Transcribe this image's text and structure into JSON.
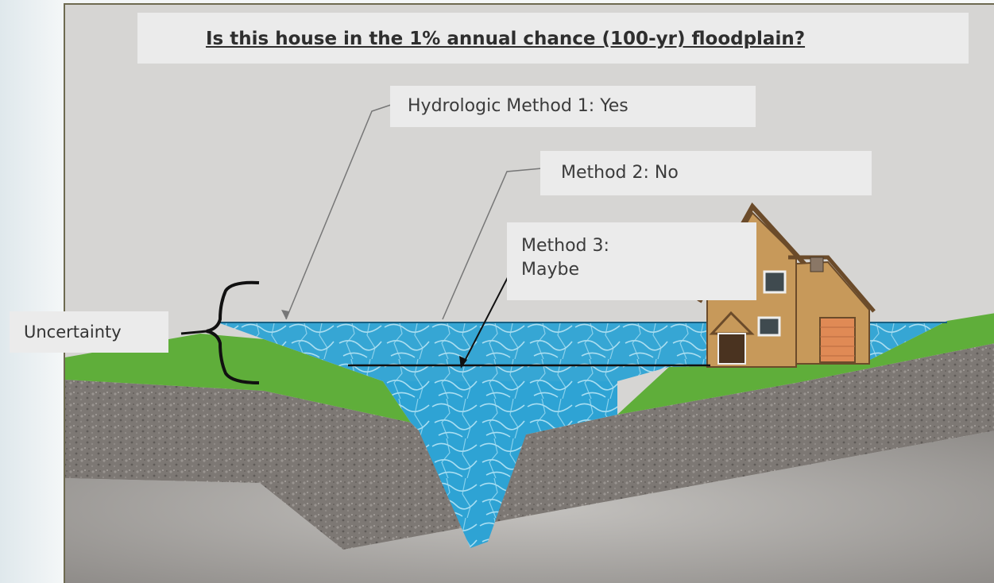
{
  "title": "Is this house in the 1% annual chance (100-yr) floodplain?",
  "labels": {
    "method1": "Hydrologic Method 1:  Yes",
    "method2": "Method 2:  No",
    "method3_line1": "Method 3:",
    "method3_line2": "Maybe",
    "uncertainty": "Uncertainty"
  },
  "colors": {
    "sky": "#d6d5d3",
    "water": "#2fa6d6",
    "grass": "#5fae3a",
    "gravel": "#7a7572",
    "bedrock": "#b3b1ae",
    "house_brick": "#c7995a",
    "garage_door": "#e08a55"
  }
}
